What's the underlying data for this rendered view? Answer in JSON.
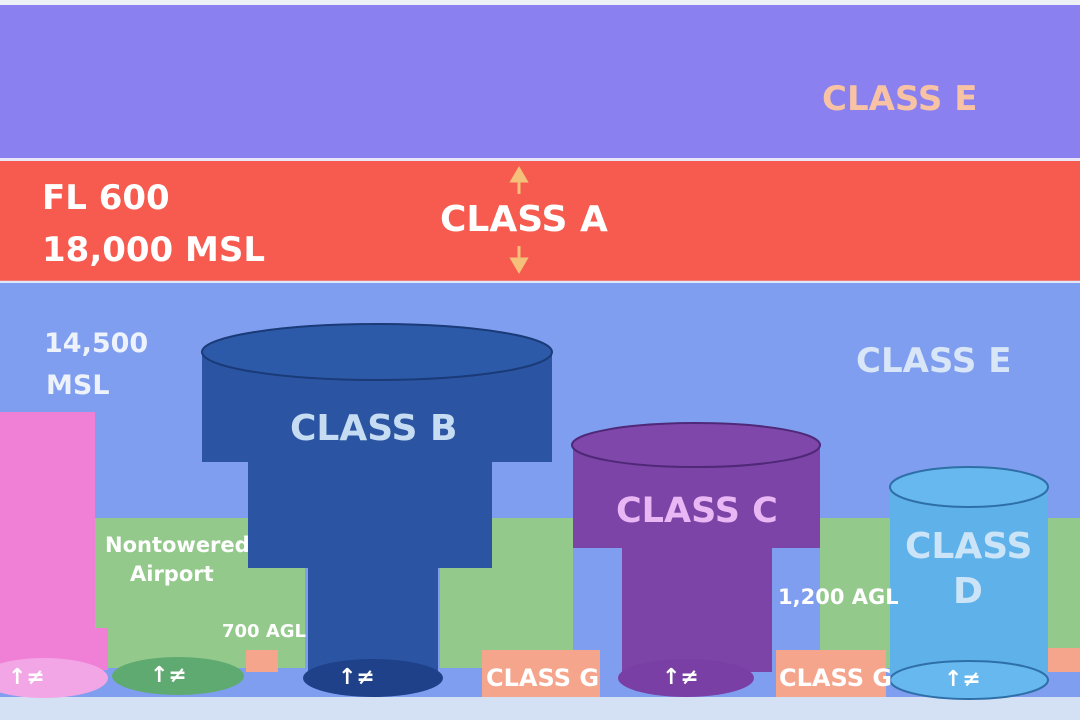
{
  "colors": {
    "class_e_upper": "#8a80ef",
    "class_a": "#f75a4e",
    "class_e_lower": "#7f9ef0",
    "class_e_label_upper": "#f8c2a4",
    "class_e_label_lower": "#d8e6f8",
    "class_b": "#2b55a3",
    "class_b_dark": "#1f438a",
    "class_c": "#7c44a6",
    "class_c_label": "#e8b7f4",
    "class_d": "#5fb1ea",
    "class_d_label": "#cbe4f7",
    "class_g": "#f5a58c",
    "class_e_ground": "#94c98c",
    "pink_airspace": "#f07fd6",
    "arrow": "#f5c07a",
    "ground": "#d4e0f4"
  },
  "airspace": {
    "class_e_upper_label": "CLASS E",
    "class_a_label": "CLASS A",
    "fl_label": "FL 600",
    "msl_18000_label": "18,000 MSL",
    "class_e_lower_label": "CLASS E",
    "msl_14500_line1": "14,500",
    "msl_14500_line2": "MSL",
    "class_b_label": "CLASS B",
    "class_c_label": "CLASS C",
    "class_d_line1": "CLASS",
    "class_d_line2": "D",
    "nontowered_line1": "Nontowered",
    "nontowered_line2": "Airport",
    "agl_700_label": "700 AGL",
    "agl_1200_label": "1,200 AGL",
    "class_g_label_1": "CLASS G",
    "class_g_label_2": "CLASS G"
  },
  "airport_symbols": {
    "pink": "↑≠",
    "nontowered": "↑≠",
    "class_b": "↑≠",
    "class_c": "↑≠",
    "class_d": "↑≠"
  }
}
